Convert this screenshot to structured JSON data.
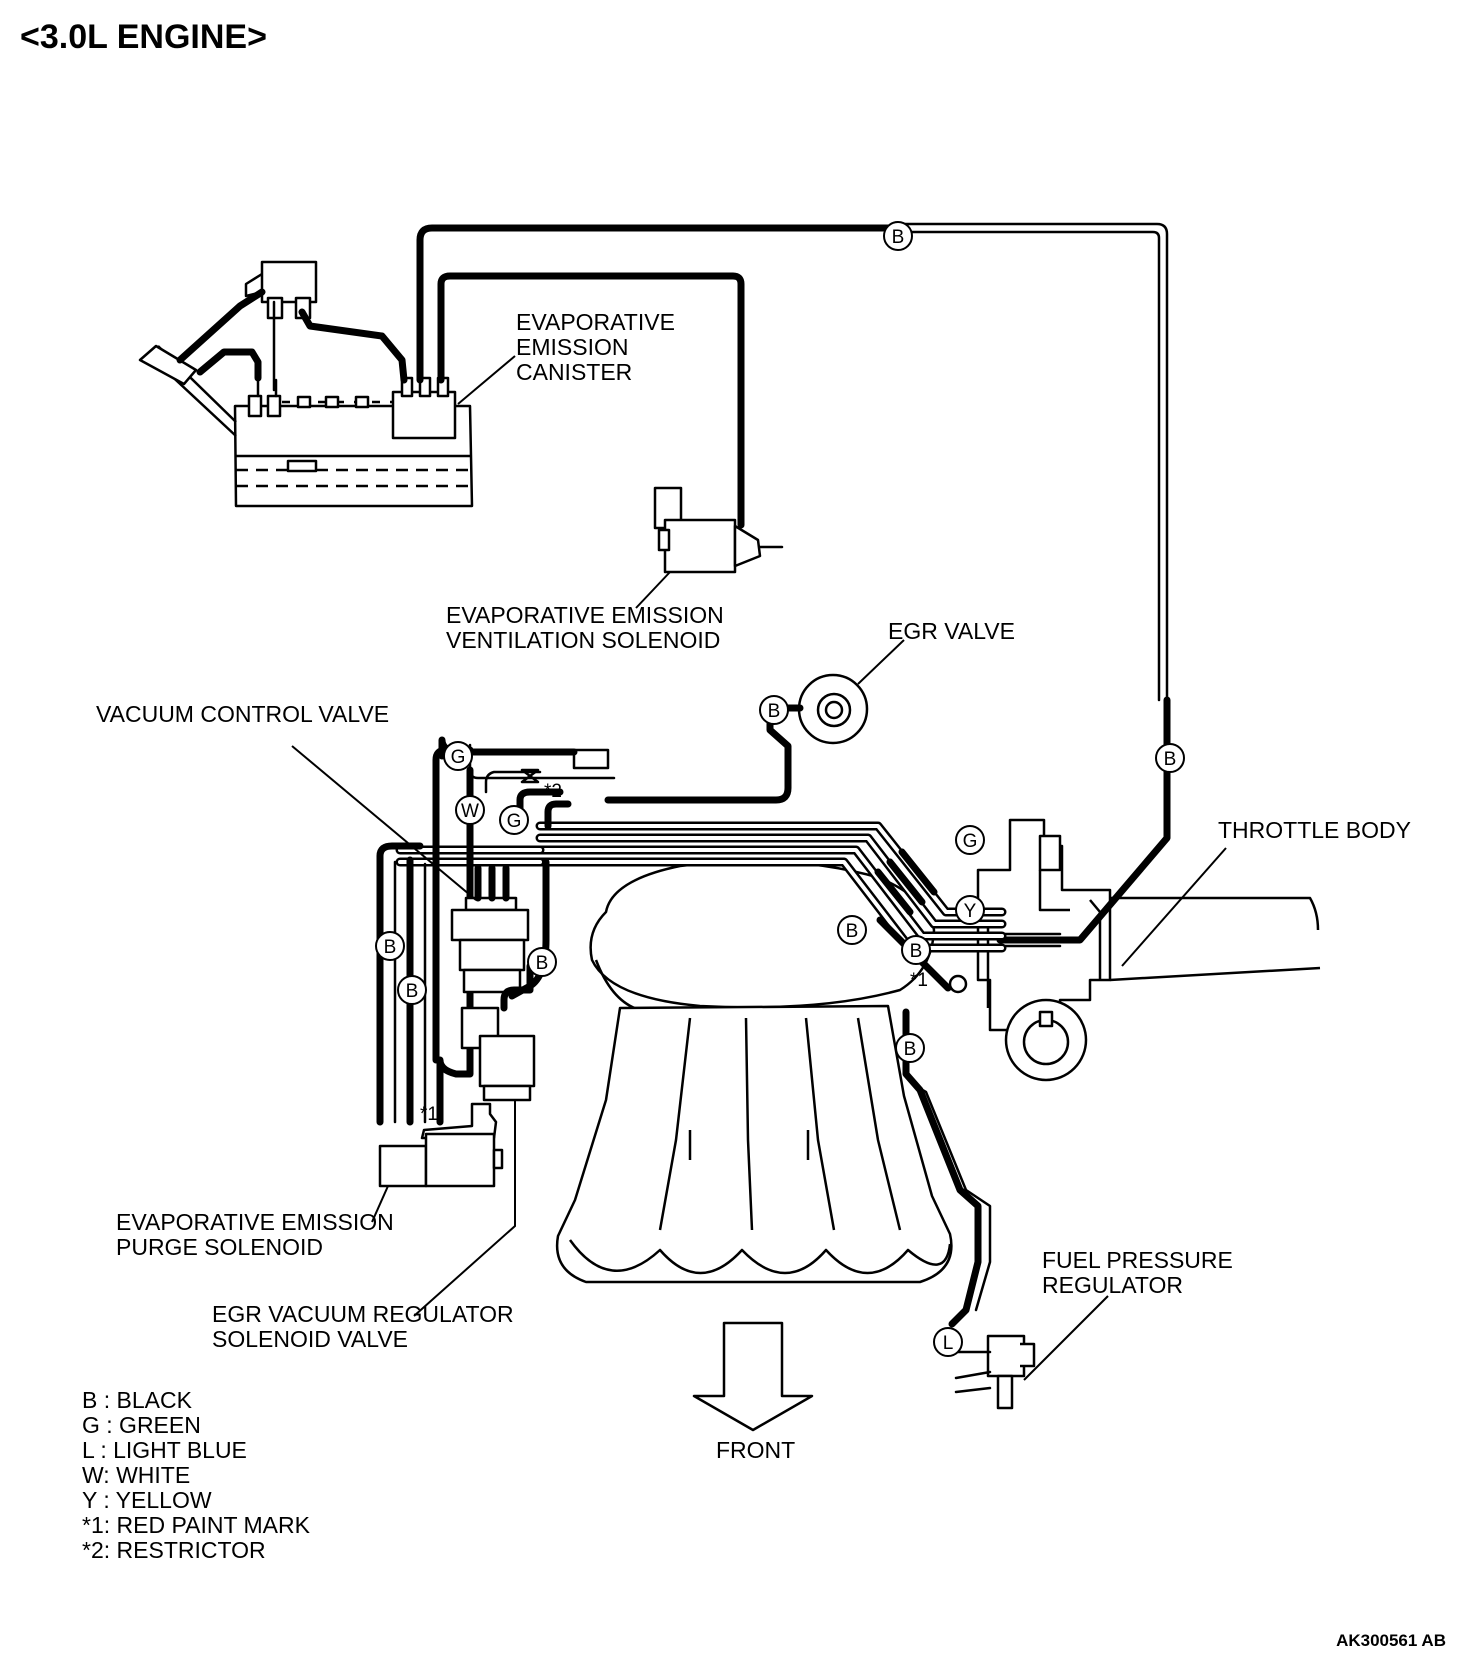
{
  "title": "<3.0L ENGINE>",
  "labels": {
    "canister": [
      "EVAPORATIVE",
      "EMISSION",
      "CANISTER"
    ],
    "ventilation_solenoid": [
      "EVAPORATIVE EMISSION",
      "VENTILATION SOLENOID"
    ],
    "egr_valve": "EGR VALVE",
    "vacuum_control_valve": "VACUUM CONTROL VALVE",
    "throttle_body": "THROTTLE BODY",
    "purge_solenoid": [
      "EVAPORATIVE EMISSION",
      "PURGE SOLENOID"
    ],
    "egr_regulator": [
      "EGR VACUUM REGULATOR",
      "SOLENOID VALVE"
    ],
    "fuel_pressure_regulator": [
      "FUEL PRESSURE",
      "REGULATOR"
    ],
    "front": "FRONT"
  },
  "hose_tags": {
    "b": "B",
    "g": "G",
    "l": "L",
    "w": "W",
    "y": "Y"
  },
  "notes": {
    "red_paint_mark": "*1",
    "restrictor": "*2"
  },
  "legend": [
    "B : BLACK",
    "G : GREEN",
    "L : LIGHT BLUE",
    "W: WHITE",
    "Y : YELLOW",
    "*1: RED PAINT MARK",
    "*2: RESTRICTOR"
  ],
  "figure_code": "AK300561 AB"
}
